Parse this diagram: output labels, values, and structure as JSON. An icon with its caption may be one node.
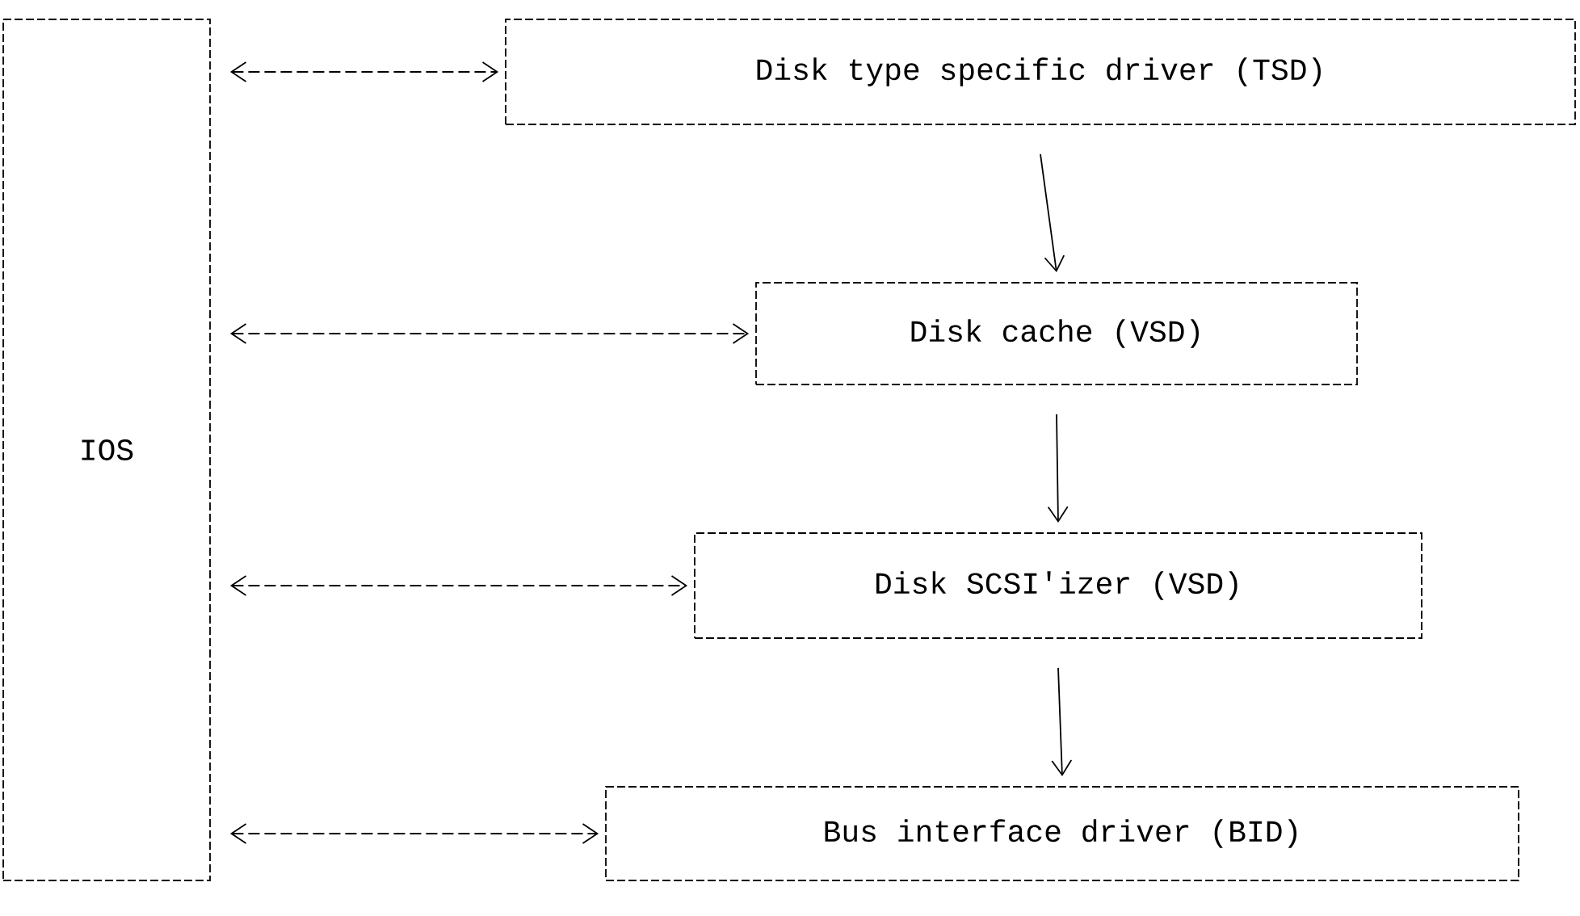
{
  "diagram": {
    "nodes": [
      {
        "text": [
          "IOS"
        ]
      },
      {
        "text": [
          "Disk type specific driver (TSD)"
        ]
      },
      {
        "text": [
          "Disk cache (VSD)"
        ]
      },
      {
        "text": [
          "Disk SCSI'izer (VSD)"
        ]
      },
      {
        "text": [
          "Bus interface driver (BID)"
        ]
      }
    ],
    "edges": [
      {
        "from": 0,
        "to": 1,
        "arrow": "both",
        "style": "dashed"
      },
      {
        "from": 1,
        "to": 2,
        "arrow": "to"
      },
      {
        "from": 0,
        "to": 2,
        "arrow": "both",
        "style": "dashed"
      },
      {
        "from": 2,
        "to": 3,
        "arrow": "to"
      },
      {
        "from": 0,
        "to": 3,
        "arrow": "both",
        "style": "dashed"
      },
      {
        "from": 3,
        "to": 4,
        "arrow": "to"
      },
      {
        "from": 0,
        "to": 4,
        "arrow": "both",
        "style": "dashed"
      }
    ]
  }
}
